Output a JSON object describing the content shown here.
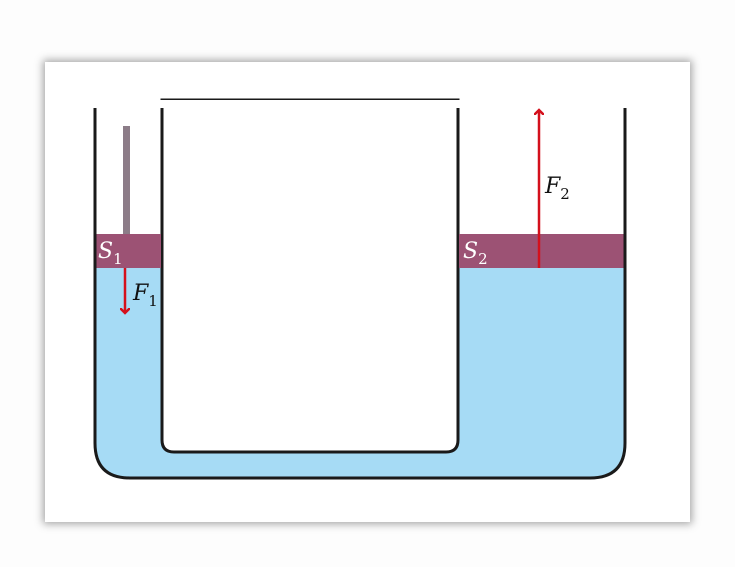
{
  "labels": {
    "s1": {
      "main": "S",
      "sub": "1"
    },
    "s2": {
      "main": "S",
      "sub": "2"
    },
    "f1": {
      "main": "F",
      "sub": "1"
    },
    "f2": {
      "main": "F",
      "sub": "2"
    }
  },
  "colors": {
    "fluid": "#a6dbf5",
    "piston": "#9c5274",
    "rod": "#8c7c88",
    "arrow": "#d4101c",
    "wall": "#1a1a1a"
  }
}
